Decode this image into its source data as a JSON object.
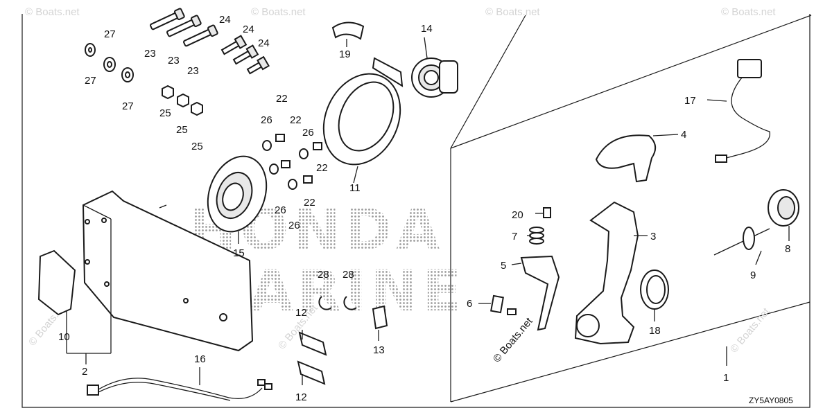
{
  "watermarks": {
    "brand_line1": "HONDA",
    "brand_line2": "MARINE",
    "credit": "© Boats.net",
    "credit_small": "© Boats.net"
  },
  "diagram_code": "ZY5AY0805",
  "callouts": {
    "c1": "1",
    "c2": "2",
    "c3": "3",
    "c4": "4",
    "c5": "5",
    "c6": "6",
    "c7": "7",
    "c8": "8",
    "c9": "9",
    "c10": "10",
    "c11": "11",
    "c12a": "12",
    "c12b": "12",
    "c13": "13",
    "c14": "14",
    "c15": "15",
    "c16": "16",
    "c17": "17",
    "c18": "18",
    "c19": "19",
    "c20": "20",
    "c22a": "22",
    "c22b": "22",
    "c22c": "22",
    "c22d": "22",
    "c23a": "23",
    "c23b": "23",
    "c23c": "23",
    "c24a": "24",
    "c24b": "24",
    "c24c": "24",
    "c25a": "25",
    "c25b": "25",
    "c25c": "25",
    "c26a": "26",
    "c26b": "26",
    "c26c": "26",
    "c26d": "26",
    "c27a": "27",
    "c27b": "27",
    "c27c": "27",
    "c28a": "28",
    "c28b": "28"
  }
}
